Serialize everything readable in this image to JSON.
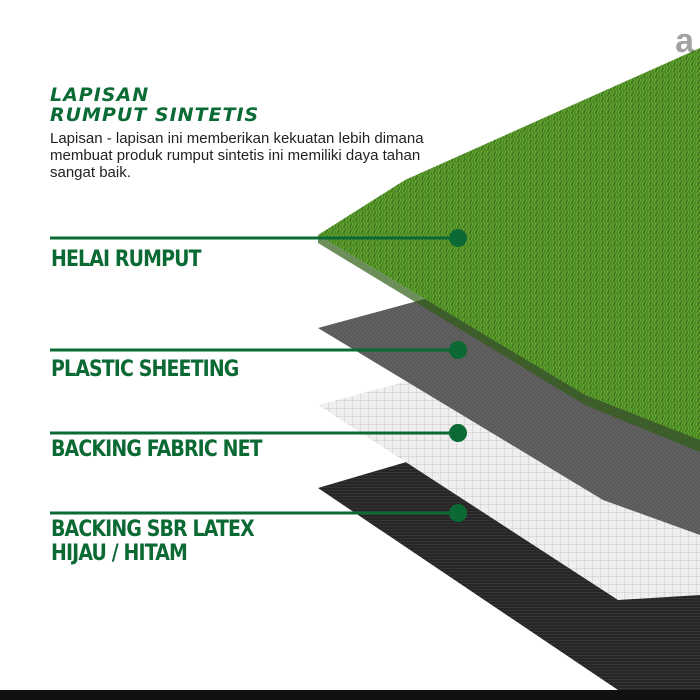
{
  "infographic": {
    "title_line1": "LAPISAN",
    "title_line2": "RUMPUT SINTETIS",
    "intro_text": "Lapisan - lapisan ini memberikan kekuatan lebih dimana membuat produk rumput sintetis ini memiliki daya tahan sangat baik.",
    "accent_color": "#0b6a33"
  },
  "layers": [
    {
      "label": "HELAI RUMPUT",
      "color": "#4c8a24"
    },
    {
      "label": "PLASTIC SHEETING",
      "color": "#555555"
    },
    {
      "label": "BACKING FABRIC NET",
      "color": "#e6e6e6"
    },
    {
      "label": "BACKING SBR LATEX",
      "label_line2": "HIJAU / HITAM",
      "color": "#262626"
    }
  ],
  "watermark": {
    "glyph": "a"
  }
}
